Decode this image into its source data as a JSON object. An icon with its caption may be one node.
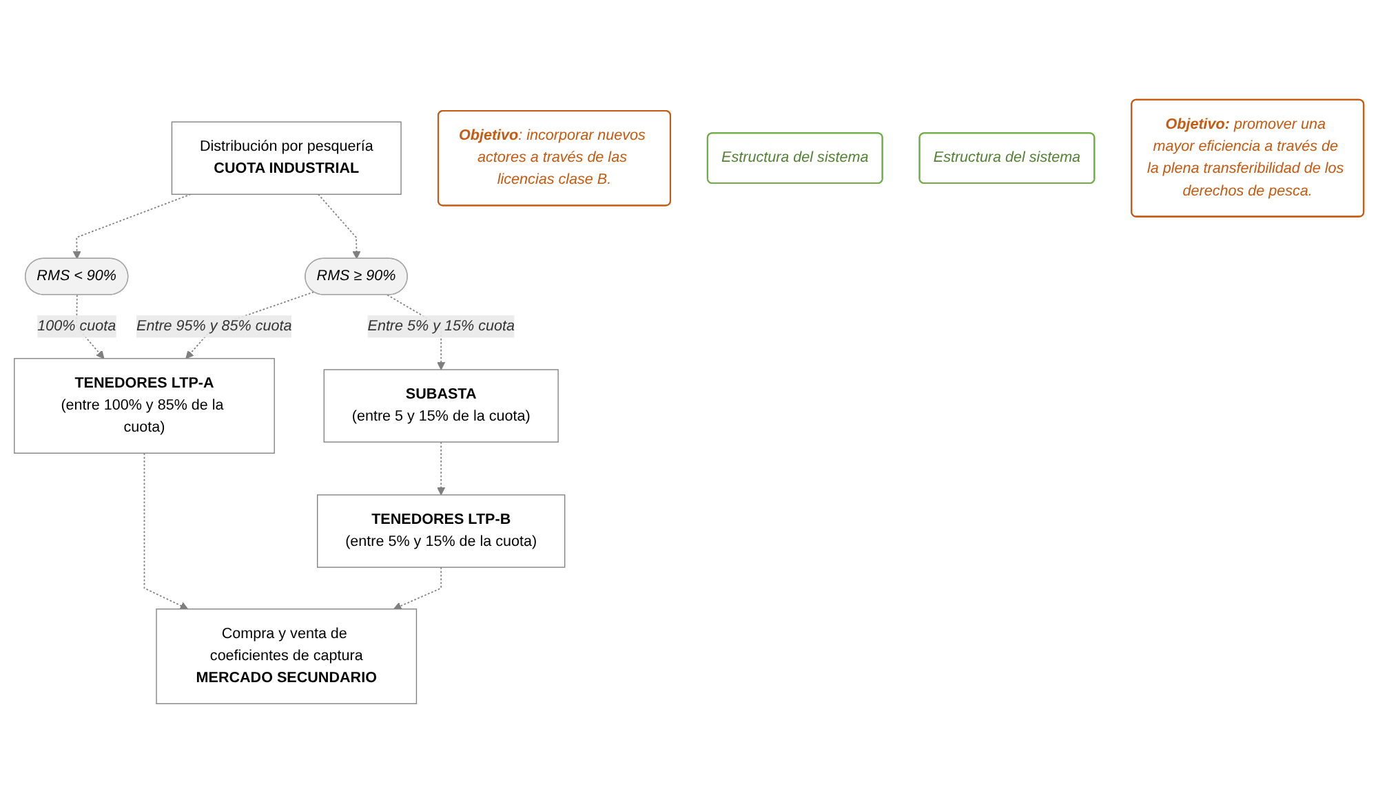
{
  "diagram": {
    "nodes": [
      {
        "text": [
          "Distribución por pesquería",
          "CUOTA INDUSTRIAL"
        ]
      },
      {
        "text": [
          "RMS < 90%"
        ]
      },
      {
        "text": [
          "RMS ≥ 90%"
        ]
      },
      {
        "text": [
          "TENEDORES LTP-A",
          "(entre 100% y 85% de la cuota)"
        ]
      },
      {
        "text": [
          "SUBASTA",
          "(entre 5 y 15% de la cuota)"
        ]
      },
      {
        "text": [
          "TENEDORES LTP-B",
          "(entre 5% y 15% de la cuota)"
        ]
      },
      {
        "text": [
          "Compra y venta de coeficientes de captura",
          "MERCADO SECUNDARIO"
        ]
      },
      {
        "text": [
          "**Objetivo**: incorporar nuevos actores a través de las licencias clase B."
        ]
      },
      {
        "text": [
          "Estructura del sistema"
        ]
      },
      {
        "text": [
          "Estructura del sistema"
        ]
      },
      {
        "text": [
          "**Objetivo:** promover una mayor eficiencia a través de la plena transferibilidad de los derechos de pesca."
        ]
      }
    ],
    "edges": [
      {
        "from": 0,
        "to": 1,
        "arrow": "to",
        "style": "dashed"
      },
      {
        "from": 0,
        "to": 2,
        "arrow": "to",
        "style": "dashed"
      },
      {
        "from": 1,
        "to": 3,
        "arrow": "to",
        "style": "dashed",
        "label": "100% cuota"
      },
      {
        "from": 2,
        "to": 3,
        "arrow": "to",
        "style": "dashed",
        "label": "Entre 95% y 85% cuota"
      },
      {
        "from": 2,
        "to": 4,
        "arrow": "to",
        "style": "dashed",
        "label": "Entre 5% y 15% cuota"
      },
      {
        "from": 4,
        "to": 5,
        "arrow": "to",
        "style": "dashed"
      },
      {
        "from": 3,
        "to": 6,
        "arrow": "to",
        "style": "dashed"
      },
      {
        "from": 5,
        "to": 6,
        "arrow": "to",
        "style": "dashed"
      }
    ]
  }
}
